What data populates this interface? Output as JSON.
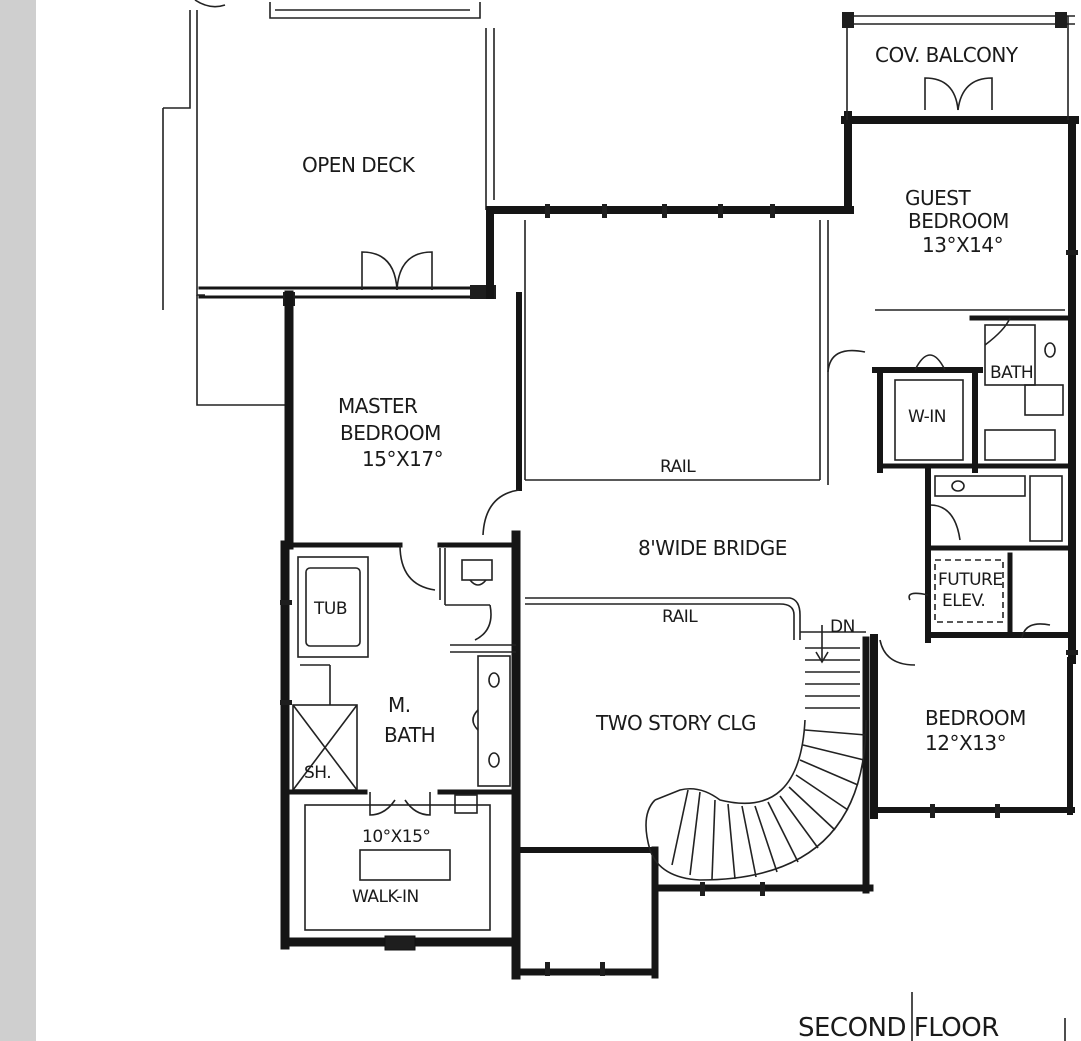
{
  "rooms": {
    "open_deck": "OPEN DECK",
    "cov_balcony": "COV. BALCONY",
    "guest_bedroom_name_1": "GUEST",
    "guest_bedroom_name_2": "BEDROOM",
    "guest_bedroom_size": "13°X14°",
    "master_bedroom_name_1": "MASTER",
    "master_bedroom_name_2": "BEDROOM",
    "master_bedroom_size": "15°X17°",
    "bridge": "8'WIDE BRIDGE",
    "rail_upper": "RAIL",
    "rail_lower": "RAIL",
    "tub": "TUB",
    "m_bath_1": "M.",
    "m_bath_2": "BATH",
    "shower": "SH.",
    "two_story": "TWO STORY CLG",
    "walk_in_size": "10°X15°",
    "walk_in": "WALK-IN",
    "w_in": "W-IN",
    "bath": "BATH",
    "future_elev_1": "FUTURE",
    "future_elev_2": "ELEV.",
    "bedroom": "BEDROOM",
    "bedroom_size": "12°X13°",
    "stair_dn": "DN",
    "floor_title": "SECOND FLOOR"
  },
  "colors": {
    "ink": "#151515",
    "paper": "#ffffff",
    "margin": "#cfcfcf"
  }
}
